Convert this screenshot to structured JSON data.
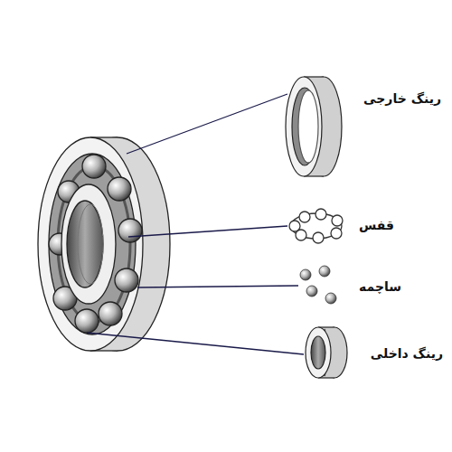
{
  "diagram": {
    "labels": [
      "رینگ خارجی",
      "قفس",
      "ساچمه",
      "رینگ داخلی"
    ]
  }
}
